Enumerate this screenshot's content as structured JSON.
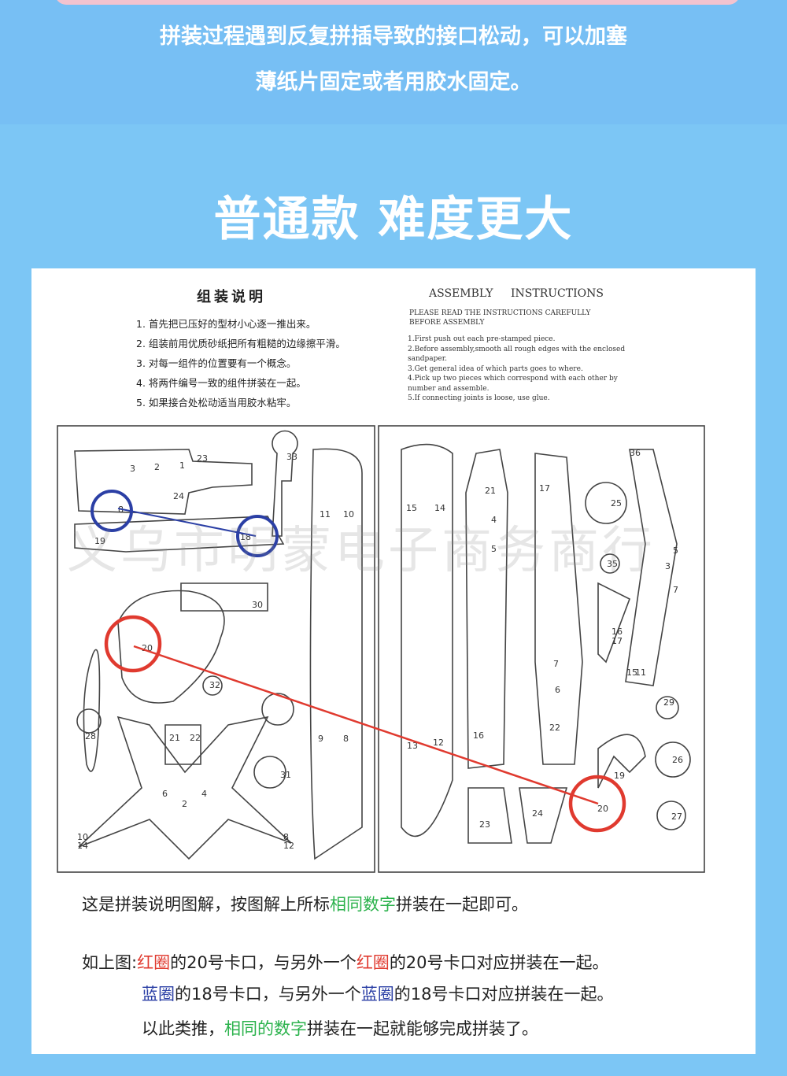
{
  "intro": {
    "line1": "拼装过程遇到反复拼插导致的接口松动，可以加塞",
    "line2": "薄纸片固定或者用胶水固定。"
  },
  "heading": "普通款 难度更大",
  "instructions_cn": {
    "title": "组装说明",
    "items": [
      "1. 首先把已压好的型材小心逐一推出来。",
      "2. 组装前用优质砂纸把所有粗糙的边缘擦平滑。",
      "3. 对每一组件的位置要有一个概念。",
      "4. 将两件编号一致的组件拼装在一起。",
      "5. 如果接合处松动适当用胶水粘牢。"
    ]
  },
  "instructions_en": {
    "title": "ASSEMBLY INSTRUCTIONS",
    "subtitle": "PLEASE READ THE INSTRUCTIONS CAREFULLY BEFORE ASSEMBLY",
    "items": [
      "1.First push out each pre-stamped piece.",
      "2.Before assembly,smooth all rough edges with the enclosed sandpaper.",
      "3.Get general idea of which parts goes to where.",
      "4.Pick up two pieces which correspond with each other by number and assemble.",
      "5.If connecting joints is loose, use glue."
    ]
  },
  "part_labels": {
    "n1": "1",
    "n2": "2",
    "n3": "3",
    "n4": "4",
    "n5": "5",
    "n6": "6",
    "n7": "7",
    "n9": "9",
    "n10": "10",
    "n11": "11",
    "n12": "12",
    "n13": "13",
    "n14": "14",
    "n15": "15",
    "n16": "16",
    "n17": "17",
    "n18": "18",
    "n19": "19",
    "n20": "20",
    "n21": "21",
    "n22": "22",
    "n23": "23",
    "n24": "24",
    "n25": "25",
    "n26": "26",
    "n27": "27",
    "n28": "28",
    "n29": "29",
    "n30": "30",
    "n31": "31",
    "n32": "32",
    "n33": "33",
    "n35": "35",
    "n36": "36",
    "n8": "8"
  },
  "watermark": "义乌市明蒙电子商务商行",
  "captions": {
    "c1_pre": "这是拼装说明图解，按图解上所标",
    "c1_hl": "相同数字",
    "c1_post": "拼装在一起即可。",
    "c2_a": "如上图:",
    "c2_red1": "红圈",
    "c2_b": "的20号卡口，与另外一个",
    "c2_red2": "红圈",
    "c2_c": "的20号卡口对应拼装在一起。",
    "c3_blue1": "蓝圈",
    "c3_a": "的18号卡口，与另外一个",
    "c3_blue2": "蓝圈",
    "c3_b": "的18号卡口对应拼装在一起。",
    "c4_a": "以此类推，",
    "c4_hl": "相同的数字",
    "c4_b": "拼装在一起就能够完成拼装了。"
  },
  "colors": {
    "background": "#7cc6f5",
    "red_circle": "#e03a2f",
    "blue_circle": "#2b3fa5",
    "green_text": "#2bb24c"
  }
}
